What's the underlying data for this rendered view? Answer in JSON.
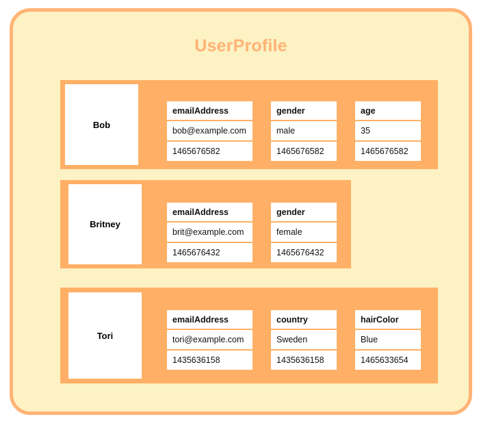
{
  "panel": {
    "title": "UserProfile",
    "colors": {
      "panel_background": "#fdf2c4",
      "panel_border": "#ffb375",
      "title_text": "#ffb375",
      "row_group_background": "#ffb066",
      "cell_background": "#ffffff",
      "cell_text": "#111111"
    }
  },
  "rows": [
    {
      "row_key": "Bob",
      "columns": [
        {
          "qualifier": "emailAddress",
          "value": "bob@example.com",
          "timestamp": "1465676582",
          "width": "wide"
        },
        {
          "qualifier": "gender",
          "value": "male",
          "timestamp": "1465676582",
          "width": "narrow"
        },
        {
          "qualifier": "age",
          "value": "35",
          "timestamp": "1465676582",
          "width": "narrow"
        }
      ]
    },
    {
      "row_key": "Britney",
      "columns": [
        {
          "qualifier": "emailAddress",
          "value": "brit@example.com",
          "timestamp": "1465676432",
          "width": "wide"
        },
        {
          "qualifier": "gender",
          "value": "female",
          "timestamp": "1465676432",
          "width": "narrow"
        }
      ]
    },
    {
      "row_key": "Tori",
      "columns": [
        {
          "qualifier": "emailAddress",
          "value": "tori@example.com",
          "timestamp": "1435636158",
          "width": "wide"
        },
        {
          "qualifier": "country",
          "value": "Sweden",
          "timestamp": "1435636158",
          "width": "narrow"
        },
        {
          "qualifier": "hairColor",
          "value": "Blue",
          "timestamp": "1465633654",
          "width": "narrow"
        }
      ]
    }
  ]
}
